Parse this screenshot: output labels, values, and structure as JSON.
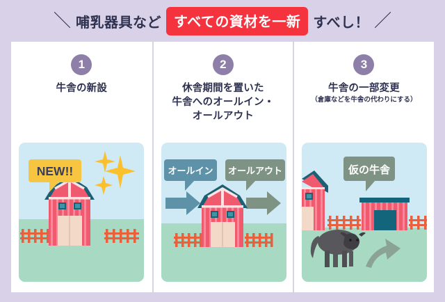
{
  "header": {
    "slash_left": "＼",
    "slash_right": "／",
    "text_before": "哺乳器具など",
    "badge": "すべての資材を一新",
    "text_after": "すべし！",
    "badge_color": "#f5333f",
    "text_color": "#2e3150",
    "background": "#d8d1e7"
  },
  "panels": [
    {
      "number": "1",
      "title": "牛舎の新設",
      "subtitle": "",
      "illustration": {
        "name": "new-barn-illustration",
        "sky_color": "#cfe9f5",
        "ground_color": "#a8d9c3",
        "labels": [
          {
            "text": "NEW!!",
            "bubble_color": "#f7c53f",
            "text_color": "#3b3f5c"
          }
        ],
        "elements": [
          "barn",
          "sparkles",
          "fence"
        ]
      }
    },
    {
      "number": "2",
      "title": "休舎期間を置いた\n牛舎へのオールイン・\nオールアウト",
      "subtitle": "",
      "illustration": {
        "name": "all-in-all-out-illustration",
        "sky_color": "#cfe9f5",
        "ground_color": "#a8d9c3",
        "labels": [
          {
            "text": "オールイン",
            "bubble_color": "#5d92a8",
            "text_color": "#ffffff"
          },
          {
            "text": "オールアウト",
            "bubble_color": "#7e9384",
            "text_color": "#ffffff"
          }
        ],
        "elements": [
          "arrow-right-blue",
          "barn",
          "arrow-right-green",
          "fence"
        ]
      }
    },
    {
      "number": "3",
      "title": "牛舎の一部変更",
      "subtitle": "（倉庫などを牛舎の代わりにする）",
      "illustration": {
        "name": "temporary-barn-illustration",
        "sky_color": "#cfe9f5",
        "ground_color": "#a8d9c3",
        "labels": [
          {
            "text": "仮の牛舎",
            "bubble_color": "#7e9384",
            "text_color": "#ffffff"
          }
        ],
        "elements": [
          "partial-barn",
          "warehouse",
          "cow",
          "curved-arrow",
          "fence"
        ]
      }
    }
  ],
  "colors": {
    "card_background": "#ffffff",
    "divider": "#d8d1e7",
    "badge_circle": "#8e7fa8",
    "barn_red": "#e8455c",
    "barn_roof": "#1d5f73",
    "door_cream": "#f2d9c8",
    "sparkle": "#fbc02d"
  }
}
